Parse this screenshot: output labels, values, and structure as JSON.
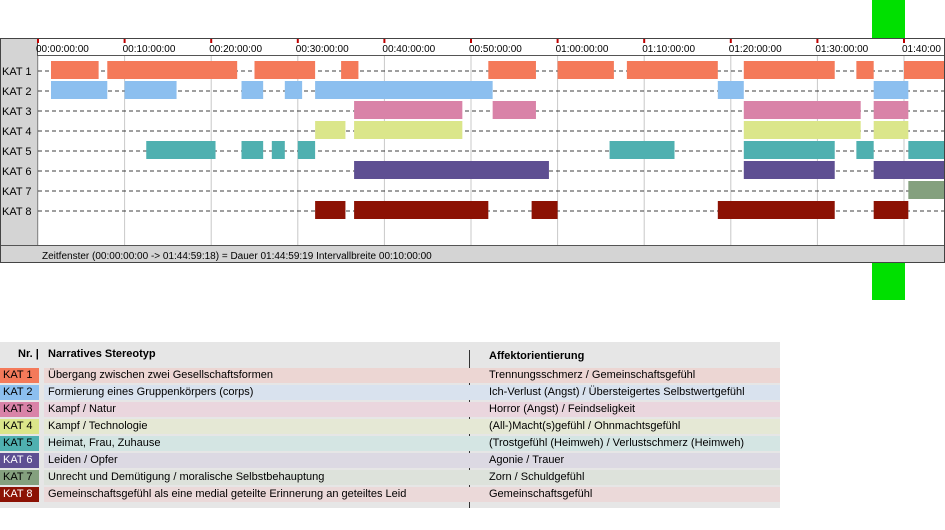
{
  "chart_data": {
    "type": "timeline",
    "time_ticks": [
      "00:00:00:00",
      "00:10:00:00",
      "00:20:00:00",
      "00:30:00:00",
      "00:40:00:00",
      "00:50:00:00",
      "01:00:00:00",
      "01:10:00:00",
      "01:20:00:00",
      "01:30:00:00",
      "01:40:00"
    ],
    "footer": "Zeitfenster (00:00:00:00 -> 01:44:59:18) = Dauer 01:44:59:19    Intervallbreite 00:10:00:00",
    "rows": [
      {
        "label": "KAT 1",
        "color": "#f47a5a",
        "segments": [
          [
            1.5,
            7
          ],
          [
            8,
            23
          ],
          [
            25,
            32
          ],
          [
            35,
            37
          ],
          [
            52,
            57.5
          ],
          [
            60,
            66.5
          ],
          [
            68,
            78.5
          ],
          [
            81.5,
            92
          ],
          [
            94.5,
            96.5
          ],
          [
            100,
            105
          ]
        ]
      },
      {
        "label": "KAT 2",
        "color": "#8cbfef",
        "segments": [
          [
            1.5,
            8
          ],
          [
            10,
            16
          ],
          [
            23.5,
            26
          ],
          [
            28.5,
            30.5
          ],
          [
            32,
            52.5
          ],
          [
            78.5,
            81.5
          ],
          [
            96.5,
            100.5
          ]
        ]
      },
      {
        "label": "KAT 3",
        "color": "#d983a8",
        "segments": [
          [
            36.5,
            49
          ],
          [
            52.5,
            57.5
          ],
          [
            81.5,
            95
          ],
          [
            96.5,
            100.5
          ]
        ]
      },
      {
        "label": "KAT 4",
        "color": "#dbe68a",
        "segments": [
          [
            32,
            35.5
          ],
          [
            36.5,
            49
          ],
          [
            81.5,
            95
          ],
          [
            96.5,
            100.5
          ]
        ]
      },
      {
        "label": "KAT 5",
        "color": "#4fb0b0",
        "segments": [
          [
            12.5,
            20.5
          ],
          [
            23.5,
            26
          ],
          [
            27,
            28.5
          ],
          [
            30,
            32
          ],
          [
            66,
            73.5
          ],
          [
            81.5,
            92
          ],
          [
            94.5,
            96.5
          ],
          [
            100.5,
            105
          ]
        ]
      },
      {
        "label": "KAT 6",
        "color": "#5e4f92",
        "segments": [
          [
            36.5,
            59
          ],
          [
            81.5,
            92
          ],
          [
            96.5,
            105
          ]
        ]
      },
      {
        "label": "KAT 7",
        "color": "#84a07e",
        "segments": [
          [
            100.5,
            105
          ]
        ]
      },
      {
        "label": "KAT 8",
        "color": "#8c1204",
        "segments": [
          [
            32,
            35.5
          ],
          [
            36.5,
            52
          ],
          [
            57,
            60
          ],
          [
            78.5,
            92
          ],
          [
            96.5,
            100.5
          ]
        ]
      }
    ]
  },
  "legend": {
    "header_nr": "Nr. |",
    "header_stereotyp": "Narratives Stereotyp",
    "header_affekt": "Affektorientierung",
    "rows": [
      {
        "kat": "KAT 1",
        "color": "#f47a5a",
        "bg": "#ecd6d3",
        "desc": "Übergang zwischen zwei Gesellschaftsformen",
        "affect": "Trennungsschmerz / Gemeinschaftsgefühl"
      },
      {
        "kat": "KAT 2",
        "color": "#8cbfef",
        "bg": "#d9e2ee",
        "desc": "Formierung eines Gruppenkörpers (corps)",
        "affect": "Ich-Verlust (Angst) / Übersteigertes Selbstwertgefühl"
      },
      {
        "kat": "KAT 3",
        "color": "#d983a8",
        "bg": "#ead6de",
        "desc": "Kampf / Natur",
        "affect": "Horror (Angst) / Feindseligkeit"
      },
      {
        "kat": "KAT 4",
        "color": "#dbe68a",
        "bg": "#e5e8d5",
        "desc": "Kampf / Technologie",
        "affect": "(All-)Macht(s)gefühl / Ohnmachtsgefühl"
      },
      {
        "kat": "KAT 5",
        "color": "#4fb0b0",
        "bg": "#d4e5e3",
        "desc": "Heimat, Frau, Zuhause",
        "affect": "(Trostgefühl (Heimweh) / Verlustschmerz (Heimweh)"
      },
      {
        "kat": "KAT 6",
        "color": "#5e4f92",
        "bg": "#dcd9e3",
        "desc": "Leiden / Opfer",
        "affect": "Agonie / Trauer"
      },
      {
        "kat": "KAT 7",
        "color": "#84a07e",
        "bg": "#dde2db",
        "desc": "Unrecht und Demütigung / moralische Selbstbehauptung",
        "affect": "Zorn / Schuldgefühl"
      },
      {
        "kat": "KAT 8",
        "color": "#8c1204",
        "bg": "#ebd9d9",
        "desc": "Gemeinschaftsgefühl als eine medial geteilte Erinnerung an geteiltes Leid",
        "affect": "Gemeinschaftsgefühl"
      }
    ]
  }
}
